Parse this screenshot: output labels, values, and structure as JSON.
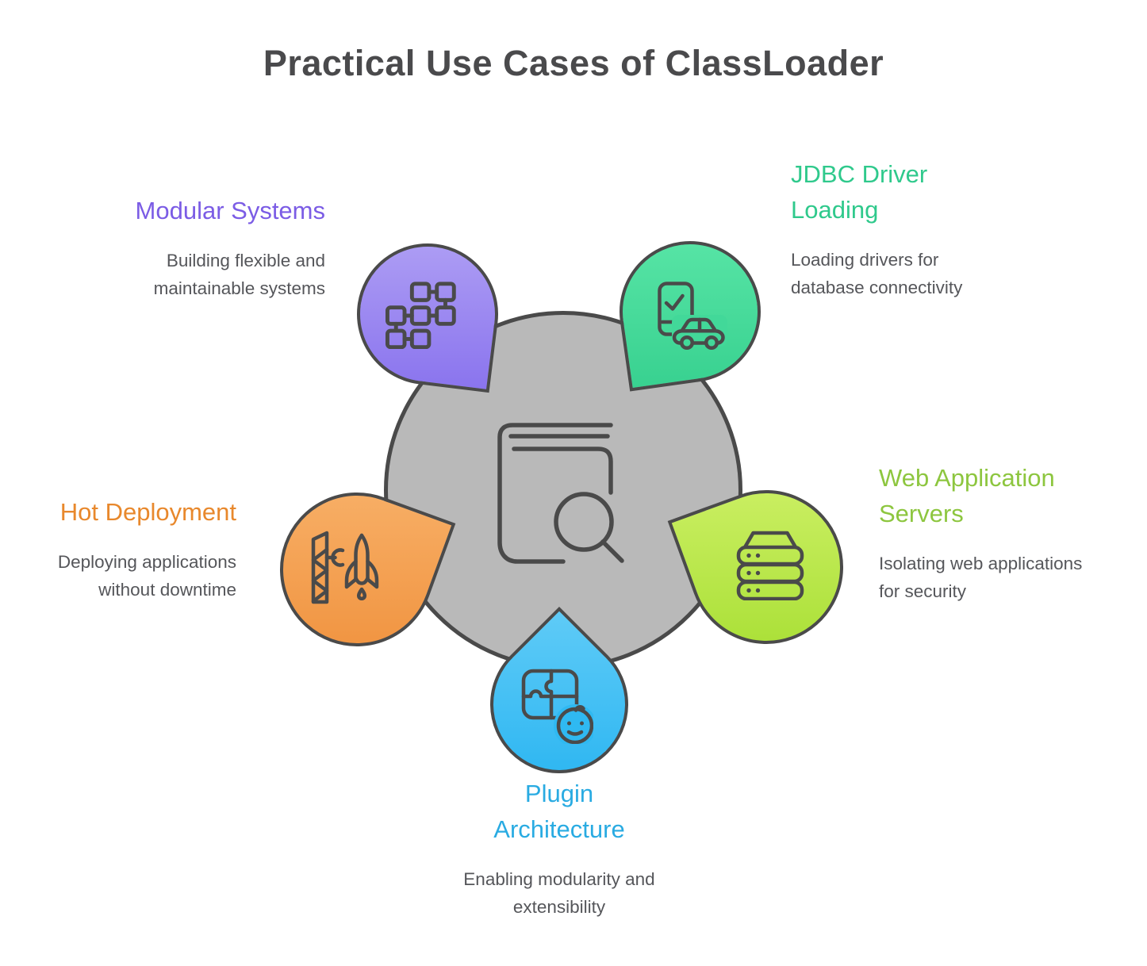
{
  "title": "Practical Use Cases of ClassLoader",
  "center": {
    "icon": "book-search-icon"
  },
  "colors": {
    "title_text": "#4A4A4C",
    "body_text": "#55565A",
    "outline": "#4A4A4A",
    "center_circle_fill": "#B9B9B9"
  },
  "items": [
    {
      "id": "modular-systems",
      "title": "Modular Systems",
      "description": "Building flexible and maintainable systems",
      "color": "#7B5CE5",
      "gradient_top": "#AE9EF4",
      "gradient_bottom": "#8A74EE",
      "icon": "flowchart-icon"
    },
    {
      "id": "jdbc-driver-loading",
      "title": "JDBC Driver Loading",
      "description": "Loading drivers for database connectivity",
      "color": "#2FC98C",
      "gradient_top": "#58E5A6",
      "gradient_bottom": "#38D190",
      "icon": "license-car-icon"
    },
    {
      "id": "web-application-servers",
      "title": "Web Application Servers",
      "description": "Isolating web applications for security",
      "color": "#8DC63F",
      "gradient_top": "#CDF066",
      "gradient_bottom": "#A8DF34",
      "icon": "server-stack-icon"
    },
    {
      "id": "hot-deployment",
      "title": "Hot Deployment",
      "description": "Deploying applications without downtime",
      "color": "#E8882C",
      "gradient_top": "#F8B169",
      "gradient_bottom": "#F0923E",
      "icon": "rocket-launch-icon"
    },
    {
      "id": "plugin-architecture",
      "title": "Plugin Architecture",
      "description": "Enabling modularity and extensibility",
      "color": "#29ABE2",
      "gradient_top": "#5FCBF7",
      "gradient_bottom": "#28B4F1",
      "icon": "puzzle-face-icon"
    }
  ]
}
